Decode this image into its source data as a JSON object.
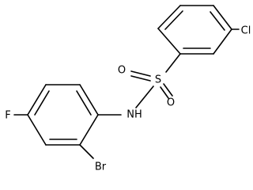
{
  "molecule": {
    "atoms": {
      "cl": "Cl",
      "s": "S",
      "o_top": "O",
      "o_bottom": "O",
      "nh": "NH",
      "f": "F",
      "br": "Br"
    }
  }
}
